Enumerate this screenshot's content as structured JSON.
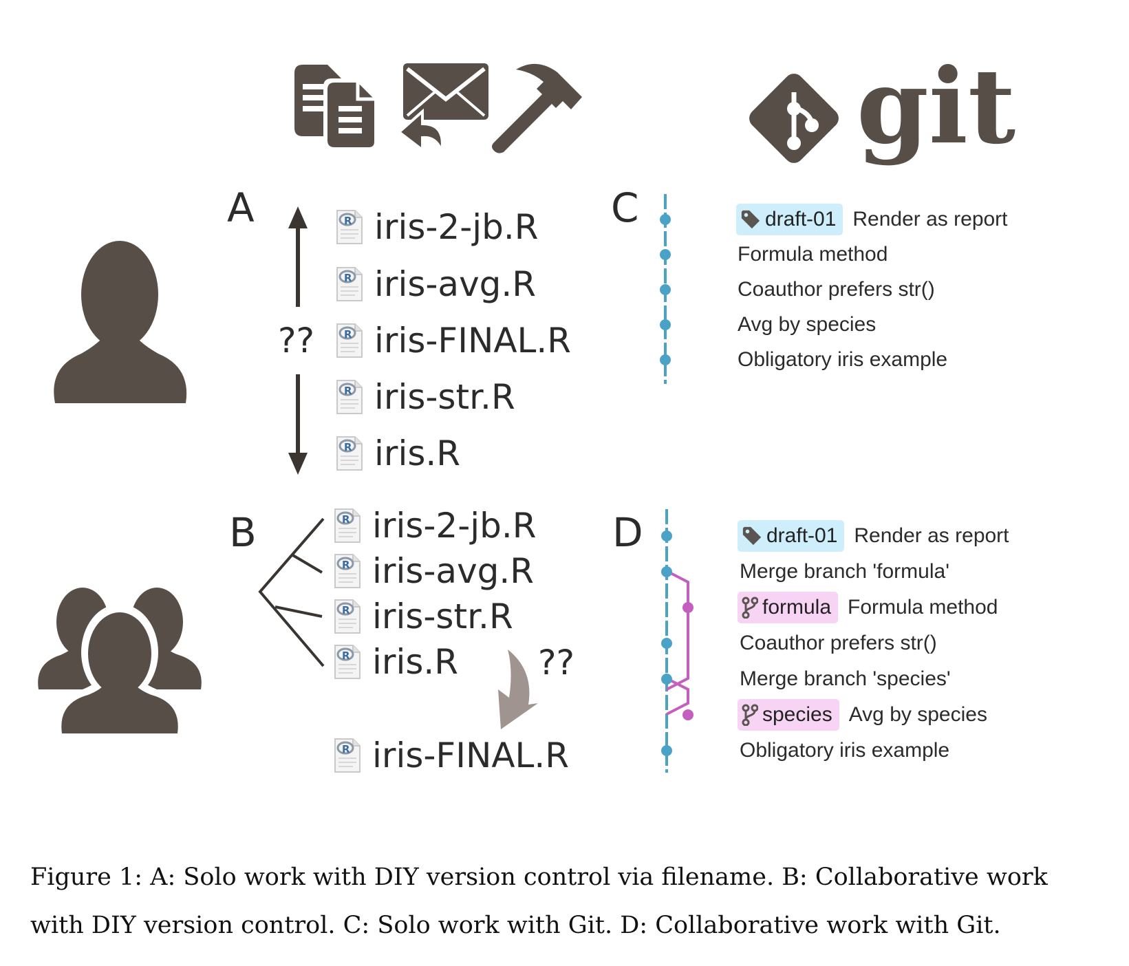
{
  "header": {
    "tool_icons": [
      "copy-documents-icon",
      "email-reply-icon",
      "hammer-icon"
    ],
    "git_logo_text": "git"
  },
  "panel_a": {
    "letter": "A",
    "files": [
      "iris-2-jb.R",
      "iris-avg.R",
      "iris-FINAL.R",
      "iris-str.R",
      "iris.R"
    ],
    "question": "??"
  },
  "panel_b": {
    "letter": "B",
    "files": [
      "iris-2-jb.R",
      "iris-avg.R",
      "iris-str.R",
      "iris.R"
    ],
    "final_file": "iris-FINAL.R",
    "question": "??"
  },
  "panel_c": {
    "letter": "C",
    "commits": [
      {
        "tag": "draft-01",
        "message": "Render as report"
      },
      {
        "message": "Formula method"
      },
      {
        "message": "Coauthor prefers str()"
      },
      {
        "message": "Avg by species"
      },
      {
        "message": "Obligatory iris example"
      }
    ]
  },
  "panel_d": {
    "letter": "D",
    "commits": [
      {
        "tag": "draft-01",
        "message": "Render as report"
      },
      {
        "message": "Merge branch 'formula'"
      },
      {
        "branch": "formula",
        "message": "Formula method"
      },
      {
        "message": "Coauthor prefers str()"
      },
      {
        "message": "Merge branch 'species'"
      },
      {
        "branch": "species",
        "message": "Avg by species"
      },
      {
        "message": "Obligatory iris example"
      }
    ]
  },
  "colors": {
    "icon": "#574e48",
    "main_line": "#4aa3c6",
    "branch_line": "#c45fc0",
    "tag_bg": "#cdeefa",
    "branch_bg": "#f8d4f4",
    "merge_arrow": "#9f9490"
  },
  "caption": "Figure 1: A: Solo work with DIY version control via filename. B: Collaborative work with DIY version control. C: Solo work with Git. D: Collaborative work with Git."
}
